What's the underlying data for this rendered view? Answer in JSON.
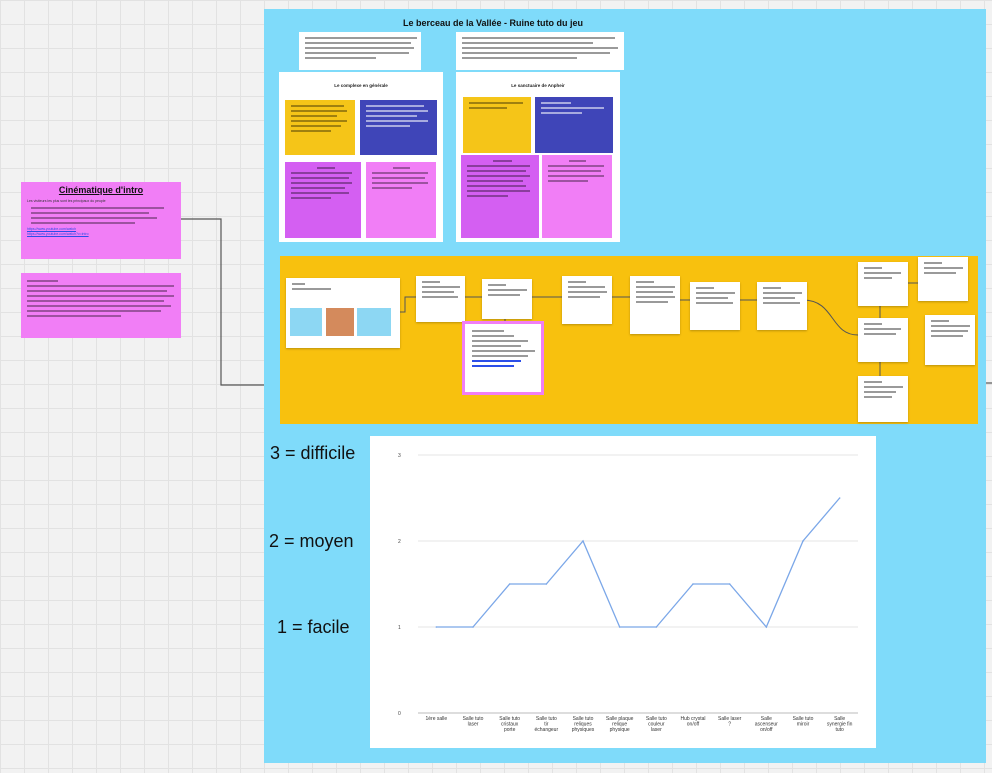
{
  "board": {
    "title": "Le berceau de la Vallée - Ruine tuto du jeu",
    "left_section_title": "Le complexe en générale",
    "right_section_title": "Le sanctuaire de Anpheir",
    "intro_card": {
      "title": "Cinématique d'intro",
      "body": "Les visiteurs les plus sont les principaux du peuple",
      "links": [
        "https://www.youtube.com/watch",
        "https://www.youtube.com/watch?v=intro"
      ]
    },
    "legend": {
      "difficult": "3 = difficile",
      "medium": "2 = moyen",
      "easy": "1 = facile"
    },
    "colors": {
      "frame": "#7fdbfa",
      "flow_panel": "#f8c10e",
      "yellow_sticky": "#f5c518",
      "blue_sticky": "#3f45b8",
      "purple_sticky": "#d45ff2",
      "pink_sticky": "#f17ef6",
      "line_series": "#7ba7e8"
    }
  },
  "chart_data": {
    "type": "line",
    "categories": [
      "1ère salle",
      "Salle tuto laser",
      "Salle tuto cristaux porte",
      "Salle tuto tir échangeur",
      "Salle tuto reliques physiques",
      "Salle plaque relique physique",
      "Salle tuto couleur laser",
      "Hub crystal on/off",
      "Salle laser ?",
      "Salle ascenseur on/off",
      "Salle tuto miroir",
      "Salle synergie fin tuto"
    ],
    "values": [
      1,
      1,
      1.5,
      1.5,
      2,
      1,
      1,
      1.5,
      1.5,
      1,
      2,
      2.5
    ],
    "yticks": [
      "0",
      "1",
      "2",
      "3"
    ],
    "ylim": [
      0,
      3
    ],
    "grid": true,
    "title": "",
    "xlabel": "",
    "ylabel": ""
  }
}
